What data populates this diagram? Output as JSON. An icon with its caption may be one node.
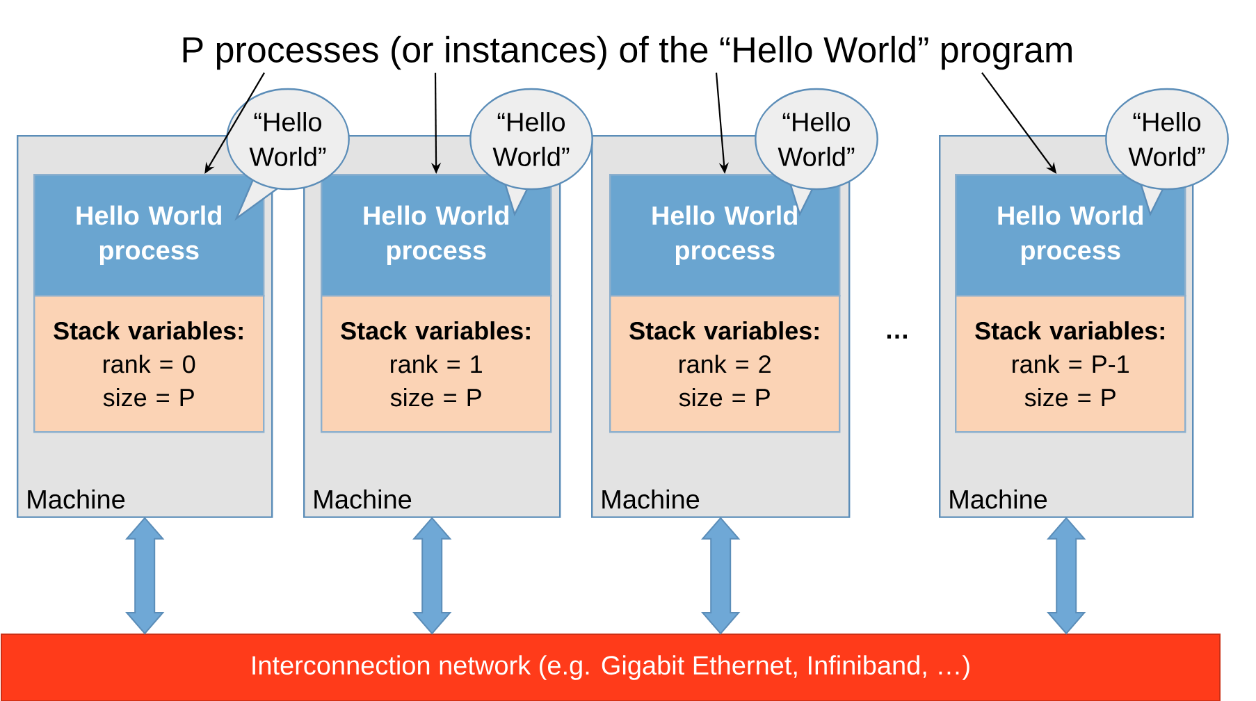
{
  "diagram": {
    "nodes": [
      {
        "text": [
          "P processes (or instances) of the “Hello World” program"
        ]
      },
      {
        "text": [
          "Machine"
        ]
      },
      {
        "text": [
          "Hello World process"
        ],
        "in": 1
      },
      {
        "text": [
          "Stack variables:",
          "rank = 0",
          "size = P"
        ],
        "in": 1
      },
      {
        "text": [
          "“Hello World”"
        ]
      },
      {
        "text": [
          "Machine"
        ]
      },
      {
        "text": [
          "Hello World process"
        ],
        "in": 5
      },
      {
        "text": [
          "Stack variables:",
          "rank = 1",
          "size = P"
        ],
        "in": 5
      },
      {
        "text": [
          "“Hello World”"
        ]
      },
      {
        "text": [
          "Machine"
        ]
      },
      {
        "text": [
          "Hello World process"
        ],
        "in": 9
      },
      {
        "text": [
          "Stack variables:",
          "rank = 2",
          "size = P"
        ],
        "in": 9
      },
      {
        "text": [
          "“Hello World”"
        ]
      },
      {
        "text": [
          "Machine"
        ]
      },
      {
        "text": [
          "Hello World process"
        ],
        "in": 13
      },
      {
        "text": [
          "Stack variables:",
          "rank = P-1",
          "size = P"
        ],
        "in": 13
      },
      {
        "text": [
          "“Hello World”"
        ]
      },
      {
        "text": [
          "Interconnection network (e.g. Gigabit Ethernet, Infiniband, …)"
        ]
      }
    ],
    "edges": [
      {
        "from": 0,
        "to": 2,
        "arrow": "to"
      },
      {
        "from": 0,
        "to": 6,
        "arrow": "to"
      },
      {
        "from": 0,
        "to": 10,
        "arrow": "to"
      },
      {
        "from": 0,
        "to": 14,
        "arrow": "to"
      },
      {
        "from": 1,
        "to": 17,
        "arrow": "both",
        "style": "thick",
        "color": "#6fa8d6"
      },
      {
        "from": 5,
        "to": 17,
        "arrow": "both",
        "style": "thick",
        "color": "#6fa8d6"
      },
      {
        "from": 9,
        "to": 17,
        "arrow": "both",
        "style": "thick",
        "color": "#6fa8d6"
      },
      {
        "from": 13,
        "to": 17,
        "arrow": "both",
        "style": "thick",
        "color": "#6fa8d6"
      }
    ],
    "labels": [
      "…"
    ]
  }
}
